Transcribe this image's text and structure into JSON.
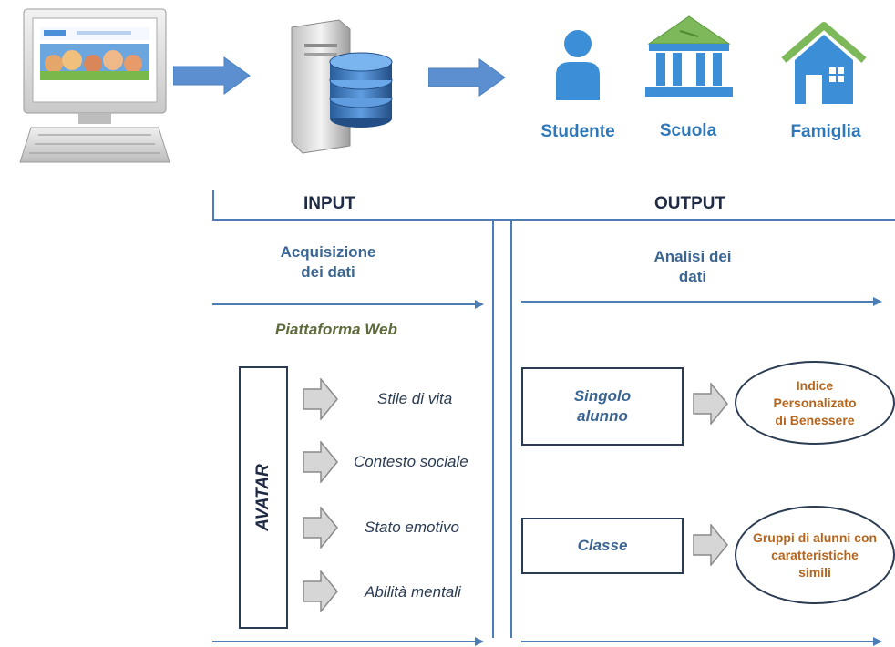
{
  "stakeholders": [
    {
      "label": "Studente",
      "icon": "student-icon"
    },
    {
      "label": "Scuola",
      "icon": "school-icon"
    },
    {
      "label": "Famiglia",
      "icon": "house-icon"
    }
  ],
  "input": {
    "title": "INPUT",
    "description_line1": "Acquisizione",
    "description_line2": "dei dati",
    "platform": "Piattaforma Web",
    "avatar": "AVATAR",
    "items": [
      "Stile di vita",
      "Contesto sociale",
      "Stato emotivo",
      "Abilità mentali"
    ]
  },
  "output": {
    "title": "OUTPUT",
    "description_line1": "Analisi dei",
    "description_line2": "dati",
    "rows": [
      {
        "box_line1": "Singolo",
        "box_line2": "alunno",
        "result_line1": "Indice",
        "result_line2": "Personalizato",
        "result_line3": "di Benessere"
      },
      {
        "box_line1": "Classe",
        "box_line2": "",
        "result_line1": "Gruppi di alunni con",
        "result_line2": "caratteristiche",
        "result_line3": "simili"
      }
    ]
  },
  "colors": {
    "accent_blue": "#2e77b8",
    "arrow_blue": "#5b8fd0",
    "dark_navy": "#1f2a44",
    "result_text": "#b5651d"
  }
}
